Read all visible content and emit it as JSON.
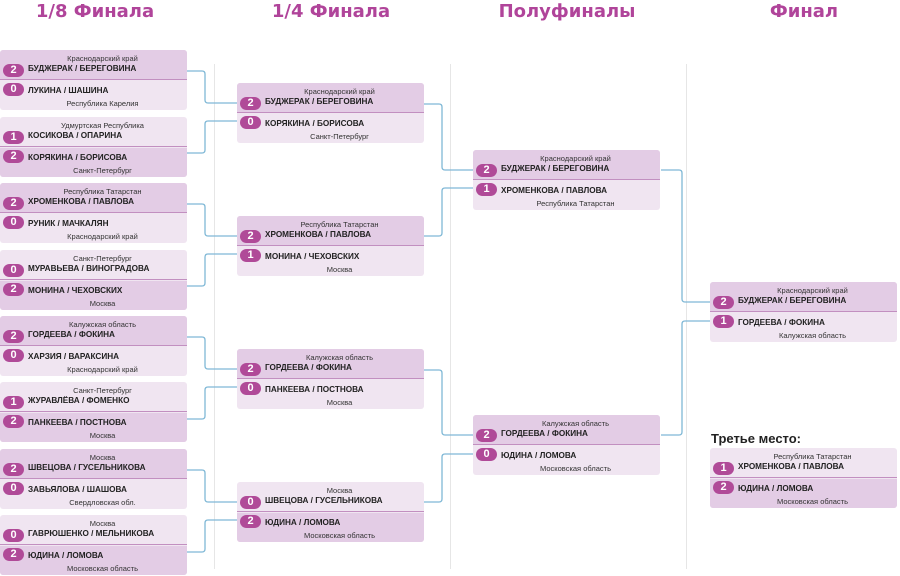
{
  "rounds": [
    "1/8 Финала",
    "1/4 Финала",
    "Полуфиналы",
    "Финал"
  ],
  "third_place_title": "Третье место:",
  "r16": [
    {
      "top": {
        "score": "2",
        "names": "БУДЖЕРАК / БЕРЕГОВИНА",
        "region": "Краснодарский край"
      },
      "bottom": {
        "score": "0",
        "names": "ЛУКИНА / ШАШИНА",
        "region": "Республика Карелия"
      }
    },
    {
      "top": {
        "score": "1",
        "names": "КОСИКОВА / ОПАРИНА",
        "region": "Удмуртская Республика"
      },
      "bottom": {
        "score": "2",
        "names": "КОРЯКИНА / БОРИСОВА",
        "region": "Санкт-Петербург"
      }
    },
    {
      "top": {
        "score": "2",
        "names": "ХРОМЕНКОВА / ПАВЛОВА",
        "region": "Республика Татарстан"
      },
      "bottom": {
        "score": "0",
        "names": "РУНИК / МАЧКАЛЯН",
        "region": "Краснодарский край"
      }
    },
    {
      "top": {
        "score": "0",
        "names": "МУРАВЬЕВА / ВИНОГРАДОВА",
        "region": "Санкт-Петербург"
      },
      "bottom": {
        "score": "2",
        "names": "МОНИНА / ЧЕХОВСКИХ",
        "region": "Москва"
      }
    },
    {
      "top": {
        "score": "2",
        "names": "ГОРДЕЕВА / ФОКИНА",
        "region": "Калужская область"
      },
      "bottom": {
        "score": "0",
        "names": "ХАРЗИЯ / ВАРАКСИНА",
        "region": "Краснодарский край"
      }
    },
    {
      "top": {
        "score": "1",
        "names": "ЖУРАВЛЁВА / ФОМЕНКО",
        "region": "Санкт-Петербург"
      },
      "bottom": {
        "score": "2",
        "names": "ПАНКЕЕВА / ПОСТНОВА",
        "region": "Москва"
      }
    },
    {
      "top": {
        "score": "2",
        "names": "ШВЕЦОВА / ГУСЕЛЬНИКОВА",
        "region": "Москва"
      },
      "bottom": {
        "score": "0",
        "names": "ЗАВЬЯЛОВА / ШАШОВА",
        "region": "Свердловская обл."
      }
    },
    {
      "top": {
        "score": "0",
        "names": "ГАВРЮШЕНКО / МЕЛЬНИКОВА",
        "region": "Москва"
      },
      "bottom": {
        "score": "2",
        "names": "ЮДИНА / ЛОМОВА",
        "region": "Московская область"
      }
    }
  ],
  "qf": [
    {
      "top": {
        "score": "2",
        "names": "БУДЖЕРАК / БЕРЕГОВИНА",
        "region": "Краснодарский край"
      },
      "bottom": {
        "score": "0",
        "names": "КОРЯКИНА / БОРИСОВА",
        "region": "Санкт-Петербург"
      }
    },
    {
      "top": {
        "score": "2",
        "names": "ХРОМЕНКОВА / ПАВЛОВА",
        "region": "Республика Татарстан"
      },
      "bottom": {
        "score": "1",
        "names": "МОНИНА / ЧЕХОВСКИХ",
        "region": "Москва"
      }
    },
    {
      "top": {
        "score": "2",
        "names": "ГОРДЕЕВА / ФОКИНА",
        "region": "Калужская область"
      },
      "bottom": {
        "score": "0",
        "names": "ПАНКЕЕВА / ПОСТНОВА",
        "region": "Москва"
      }
    },
    {
      "top": {
        "score": "0",
        "names": "ШВЕЦОВА / ГУСЕЛЬНИКОВА",
        "region": "Москва"
      },
      "bottom": {
        "score": "2",
        "names": "ЮДИНА / ЛОМОВА",
        "region": "Московская область"
      }
    }
  ],
  "sf": [
    {
      "top": {
        "score": "2",
        "names": "БУДЖЕРАК / БЕРЕГОВИНА",
        "region": "Краснодарский край"
      },
      "bottom": {
        "score": "1",
        "names": "ХРОМЕНКОВА / ПАВЛОВА",
        "region": "Республика Татарстан"
      }
    },
    {
      "top": {
        "score": "2",
        "names": "ГОРДЕЕВА / ФОКИНА",
        "region": "Калужская область"
      },
      "bottom": {
        "score": "0",
        "names": "ЮДИНА / ЛОМОВА",
        "region": "Московская область"
      }
    }
  ],
  "final": [
    {
      "top": {
        "score": "2",
        "names": "БУДЖЕРАК / БЕРЕГОВИНА",
        "region": "Краснодарский край"
      },
      "bottom": {
        "score": "1",
        "names": "ГОРДЕЕВА / ФОКИНА",
        "region": "Калужская область"
      }
    }
  ],
  "third": [
    {
      "top": {
        "score": "1",
        "names": "ХРОМЕНКОВА / ПАВЛОВА",
        "region": "Республика Татарстан"
      },
      "bottom": {
        "score": "2",
        "names": "ЮДИНА / ЛОМОВА",
        "region": "Московская область"
      }
    }
  ],
  "colors": {
    "accent": "#b0449a",
    "winner_bg": "#e3cce5",
    "loser_bg": "#f0e5f1",
    "connector": "#7fb8d6"
  }
}
